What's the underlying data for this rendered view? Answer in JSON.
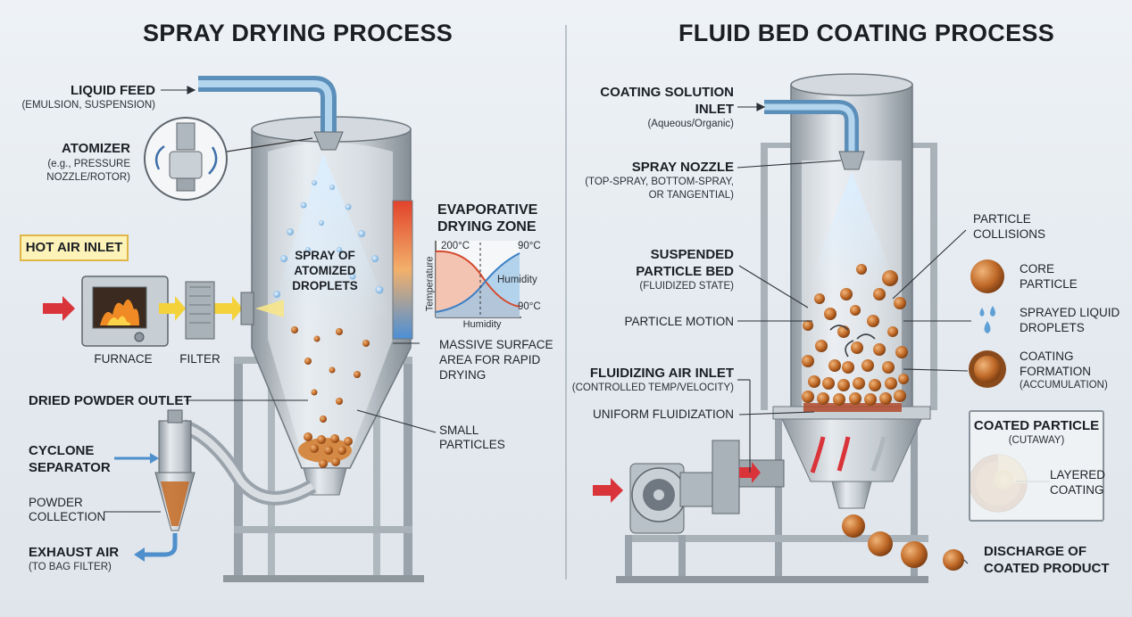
{
  "left": {
    "title": "SPRAY DRYING PROCESS",
    "liquid_feed": "LIQUID FEED",
    "liquid_feed_sub": "(EMULSION, SUSPENSION)",
    "atomizer": "ATOMIZER",
    "atomizer_sub_1": "(e.g., PRESSURE",
    "atomizer_sub_2": "NOZZLE/ROTOR)",
    "hot_air_inlet": "HOT AIR INLET",
    "furnace": "FURNACE",
    "filter": "FILTER",
    "spray_1": "SPRAY OF",
    "spray_2": "ATOMIZED",
    "spray_3": "DROPLETS",
    "evap_1": "EVAPORATIVE",
    "evap_2": "DRYING ZONE",
    "massive_1": "MASSIVE SURFACE",
    "massive_2": "AREA FOR RAPID",
    "massive_3": "DRYING",
    "dried_powder": "DRIED POWDER OUTLET",
    "small_1": "SMALL",
    "small_2": "PARTICLES",
    "cyclone_1": "CYCLONE",
    "cyclone_2": "SEPARATOR",
    "powder_1": "POWDER",
    "powder_2": "COLLECTION",
    "exhaust": "EXHAUST AIR",
    "exhaust_sub": "(TO BAG FILTER)"
  },
  "inset_chart": {
    "ylabel": "Temperature",
    "xlabel": "Humidity",
    "temp_top": "200°C",
    "hum_top": "90°C",
    "hum_bottom": "90°C",
    "humidity_label": "Humidity"
  },
  "right": {
    "title": "FLUID BED COATING PROCESS",
    "coating_1": "COATING SOLUTION",
    "coating_2": "INLET",
    "coating_sub": "(Aqueous/Organic)",
    "spray_nozzle": "SPRAY NOZZLE",
    "spray_nozzle_sub_1": "(TOP-SPRAY, BOTTOM-SPRAY,",
    "spray_nozzle_sub_2": "OR TANGENTIAL)",
    "suspended_1": "SUSPENDED",
    "suspended_2": "PARTICLE BED",
    "suspended_sub": "(FLUIDIZED STATE)",
    "particle_motion": "PARTICLE MOTION",
    "fluidizing": "FLUIDIZING AIR INLET",
    "fluidizing_sub": "(CONTROLLED TEMP/VELOCITY)",
    "uniform": "UNIFORM FLUIDIZATION",
    "collisions_1": "PARTICLE",
    "collisions_2": "COLLISIONS",
    "core_1": "CORE",
    "core_2": "PARTICLE",
    "sprayed_1": "SPRAYED LIQUID",
    "sprayed_2": "DROPLETS",
    "formation_1": "COATING",
    "formation_2": "FORMATION",
    "formation_sub": "(ACCUMULATION)",
    "coated_title": "COATED PARTICLE",
    "coated_sub": "(CUTAWAY)",
    "layered_1": "LAYERED",
    "layered_2": "COATING",
    "discharge_1": "DISCHARGE OF",
    "discharge_2": "COATED PRODUCT"
  },
  "colors": {
    "steel": "#b9c1c8",
    "pipe_blue": "#7fb3d8",
    "particle": "#c2702c",
    "arrow_red": "#d9343a",
    "arrow_yellow": "#f3d23c"
  }
}
